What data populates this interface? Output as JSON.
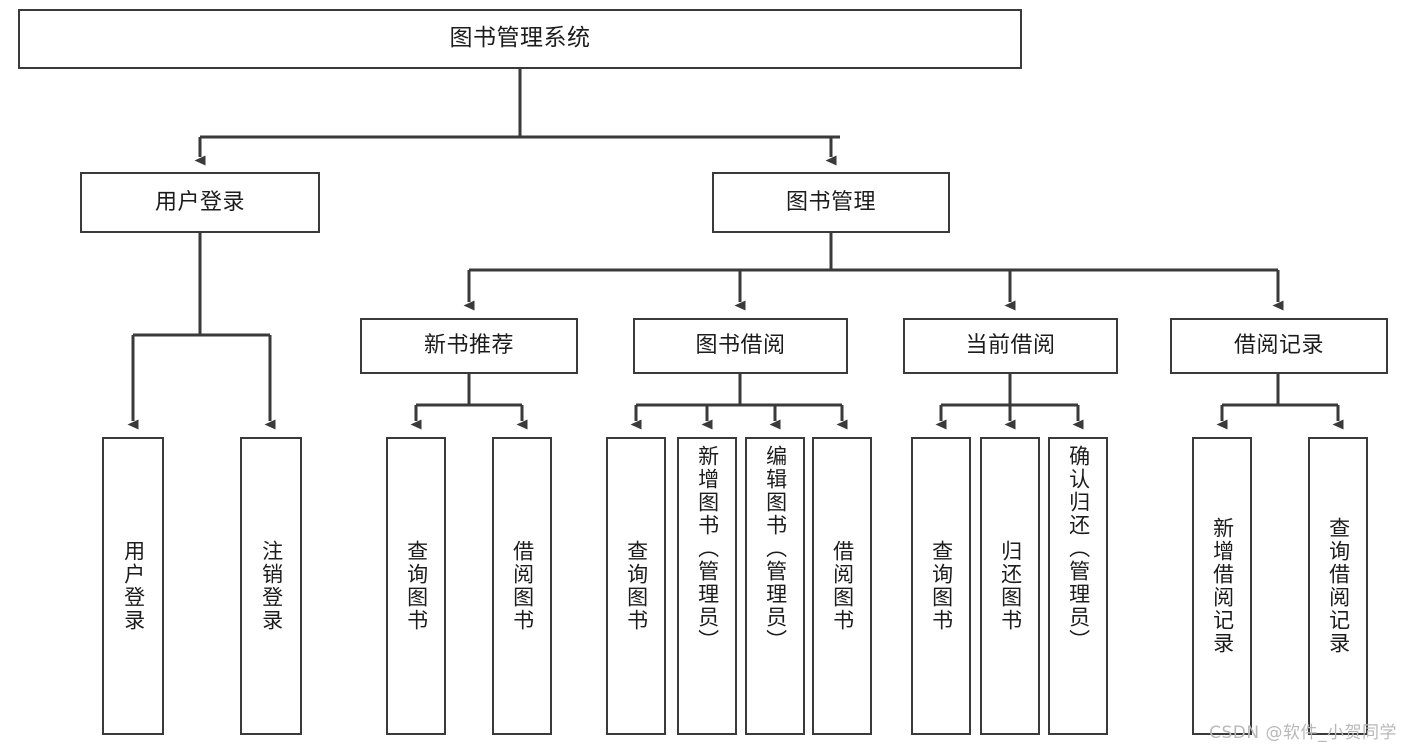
{
  "diagram": {
    "type": "tree-hierarchy-chart",
    "title": "图书管理系统",
    "line_color": "#3a3a3a",
    "box_fill": "#ffffff",
    "text_color": "#1c1c1c",
    "levels": [
      {
        "level": 1,
        "nodes": [
          {
            "id": "root",
            "label": "图书管理系统",
            "orientation": "horizontal"
          }
        ]
      },
      {
        "level": 2,
        "nodes": [
          {
            "id": "login",
            "label": "用户登录",
            "orientation": "horizontal",
            "parent": "root"
          },
          {
            "id": "bookmgmt",
            "label": "图书管理",
            "orientation": "horizontal",
            "parent": "root"
          }
        ]
      },
      {
        "level": 3,
        "nodes": [
          {
            "id": "newbook",
            "label": "新书推荐",
            "orientation": "horizontal",
            "parent": "bookmgmt"
          },
          {
            "id": "borrow",
            "label": "图书借阅",
            "orientation": "horizontal",
            "parent": "bookmgmt"
          },
          {
            "id": "current",
            "label": "当前借阅",
            "orientation": "horizontal",
            "parent": "bookmgmt"
          },
          {
            "id": "records",
            "label": "借阅记录",
            "orientation": "horizontal",
            "parent": "bookmgmt"
          }
        ]
      },
      {
        "level": 4,
        "nodes": [
          {
            "id": "leaf-1",
            "label": "用户登录",
            "orientation": "vertical",
            "parent": "login"
          },
          {
            "id": "leaf-2",
            "label": "注销登录",
            "orientation": "vertical",
            "parent": "login"
          },
          {
            "id": "leaf-3",
            "label": "查询图书",
            "orientation": "vertical",
            "parent": "newbook"
          },
          {
            "id": "leaf-4",
            "label": "借阅图书",
            "orientation": "vertical",
            "parent": "newbook"
          },
          {
            "id": "leaf-5",
            "label": "查询图书",
            "orientation": "vertical",
            "parent": "borrow"
          },
          {
            "id": "leaf-6",
            "label": "新增图书（管理员）",
            "orientation": "vertical",
            "parent": "borrow"
          },
          {
            "id": "leaf-7",
            "label": "编辑图书（管理员）",
            "orientation": "vertical",
            "parent": "borrow"
          },
          {
            "id": "leaf-8",
            "label": "借阅图书",
            "orientation": "vertical",
            "parent": "borrow"
          },
          {
            "id": "leaf-9",
            "label": "查询图书",
            "orientation": "vertical",
            "parent": "current"
          },
          {
            "id": "leaf-10",
            "label": "归还图书",
            "orientation": "vertical",
            "parent": "current"
          },
          {
            "id": "leaf-11",
            "label": "确认归还（管理员）",
            "orientation": "vertical",
            "parent": "current"
          },
          {
            "id": "leaf-12",
            "label": "新增借阅记录",
            "orientation": "vertical",
            "parent": "records"
          },
          {
            "id": "leaf-13",
            "label": "查询借阅记录",
            "orientation": "vertical",
            "parent": "records"
          }
        ]
      }
    ]
  },
  "watermark": {
    "text": "CSDN @软件_小贺同学"
  }
}
